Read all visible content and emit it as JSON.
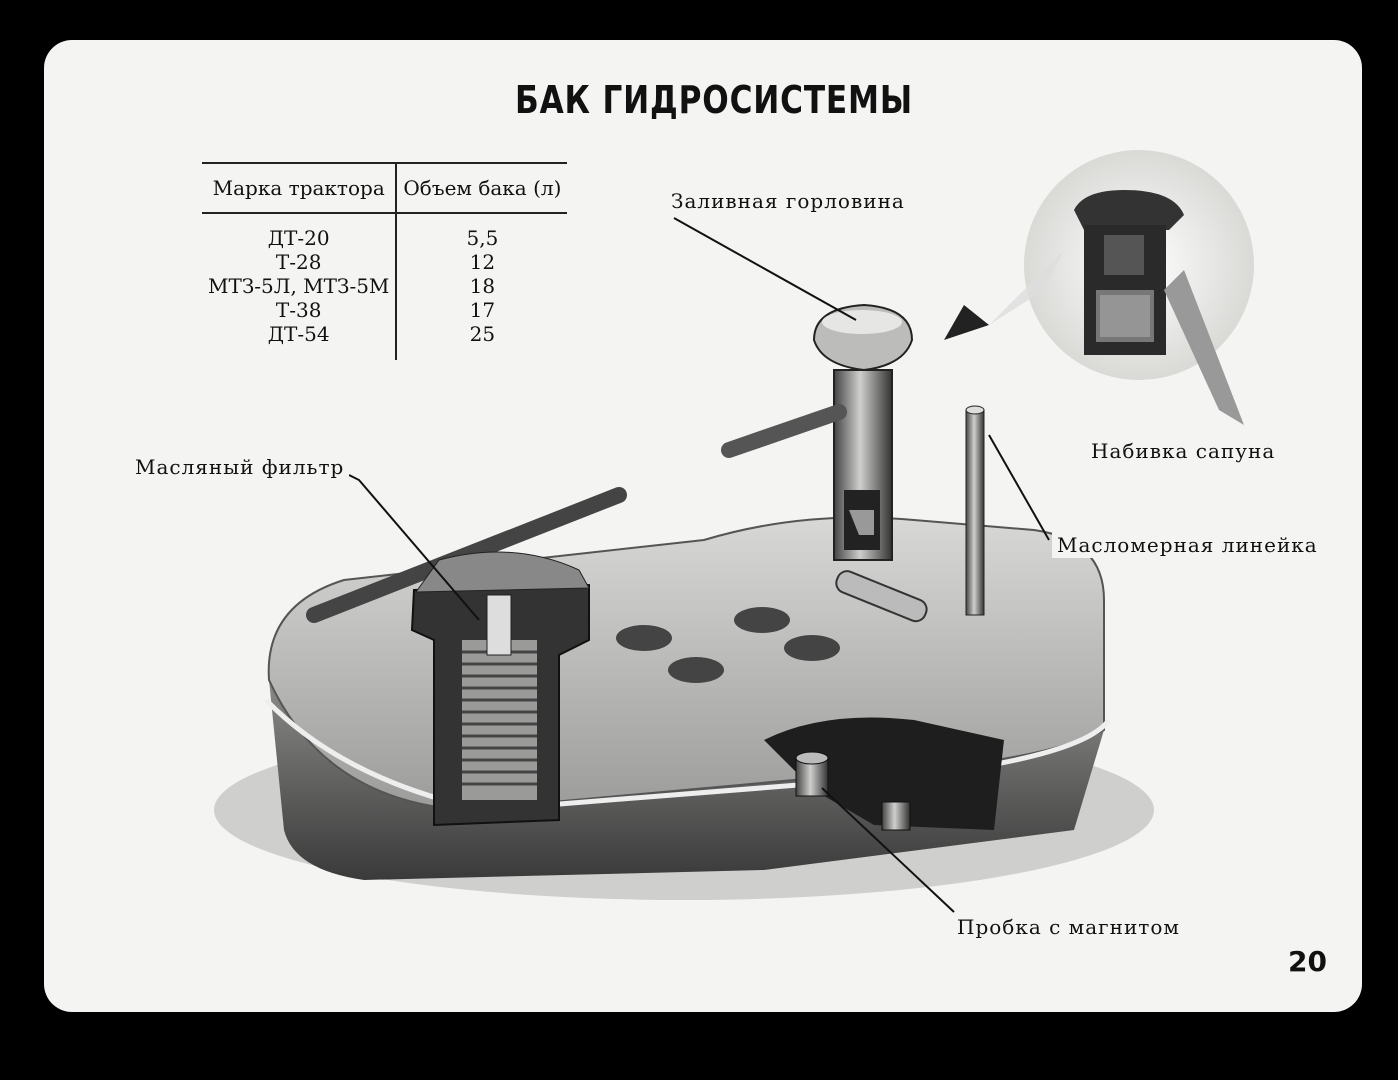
{
  "title": "БАК ГИДРОСИСТЕМЫ",
  "table": {
    "headers": [
      "Марка трактора",
      "Объем бака (л)"
    ],
    "rows": [
      [
        "ДТ-20",
        "5,5"
      ],
      [
        "Т-28",
        "12"
      ],
      [
        "МТЗ-5Л, МТЗ-5М",
        "18"
      ],
      [
        "Т-38",
        "17"
      ],
      [
        "ДТ-54",
        "25"
      ]
    ]
  },
  "labels": {
    "filler_neck": "Заливная горловина",
    "breather_packing": "Набивка сапуна",
    "oil_filter": "Масляный фильтр",
    "dipstick": "Масломерная линейка",
    "magnet_plug": "Пробка с магнитом"
  },
  "page_number": "20"
}
